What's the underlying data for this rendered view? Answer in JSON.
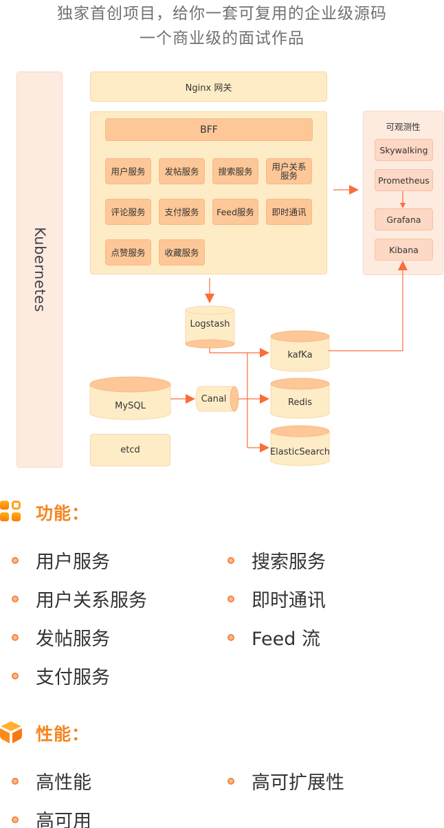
{
  "headline": {
    "line1": "独家首创项目，给你一套可复用的企业级源码",
    "line2": "一个商业级的面试作品"
  },
  "diagram": {
    "platform": "Kubernetes",
    "gateway": "Nginx 网关",
    "bff": "BFF",
    "services": [
      "用户服务",
      "发帖服务",
      "搜索服务",
      "用户关系\n服务",
      "评论服务",
      "支付服务",
      "Feed服务",
      "即时通讯",
      "点赞服务",
      "收藏服务"
    ],
    "observability": {
      "title": "可观测性",
      "items": [
        "Skywalking",
        "Prometheus",
        "Grafana",
        "Kibana"
      ]
    },
    "data_nodes": {
      "logstash": "Logstash",
      "kafka": "kafKa",
      "mysql": "MySQL",
      "canal": "Canal",
      "redis": "Redis",
      "elasticsearch": "ElasticSearch",
      "etcd": "etcd"
    },
    "colors": {
      "arrow": "#fb6d3a",
      "gateway_fill": "#feecc7",
      "service_fill": "#fdc797",
      "obs_fill": "#fdebe0"
    }
  },
  "features": {
    "title": "功能：",
    "icon": "grid-icon",
    "items": [
      "用户服务",
      "搜索服务",
      "用户关系服务",
      "即时通讯",
      "发帖服务",
      "Feed 流",
      "支付服务"
    ]
  },
  "performance": {
    "title": "性能：",
    "icon": "cube-icon",
    "items": [
      "高性能",
      "高可扩展性",
      "高可用"
    ]
  }
}
